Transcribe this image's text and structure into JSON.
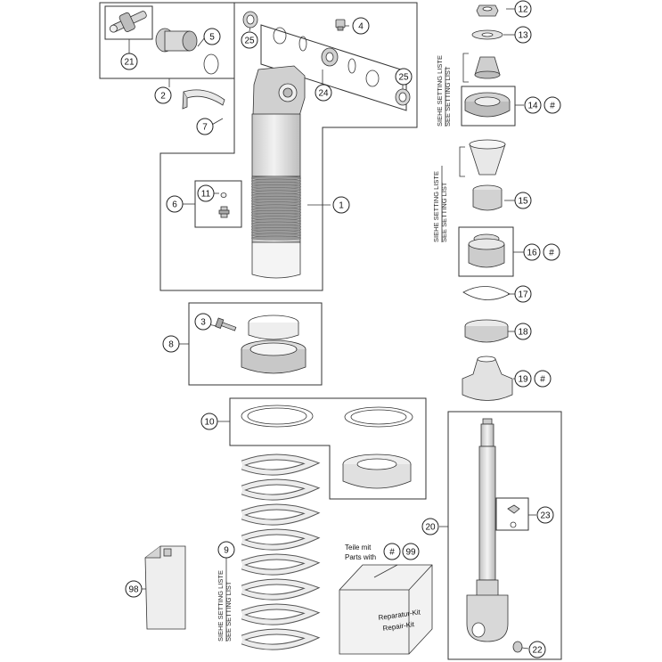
{
  "callouts": {
    "c1": "1",
    "c2": "2",
    "c3": "3",
    "c4": "4",
    "c5": "5",
    "c6": "6",
    "c7": "7",
    "c8": "8",
    "c9": "9",
    "c10": "10",
    "c11": "11",
    "c12": "12",
    "c13": "13",
    "c14": "14",
    "c15": "15",
    "c16": "16",
    "c17": "17",
    "c18": "18",
    "c19": "19",
    "c20": "20",
    "c21": "21",
    "c22": "22",
    "c23": "23",
    "c24": "24",
    "c25a": "25",
    "c25b": "25",
    "c98": "98",
    "c99": "99",
    "hash14": "#",
    "hash16": "#",
    "hash19": "#",
    "hash_legend": "#"
  },
  "setting_list_de": "SIEHE SETTING LISTE",
  "setting_list_en": "SEE SETTING LIST",
  "legend": {
    "line1": "Teile mit",
    "line2": "Parts with"
  },
  "kit_label": {
    "line1": "Reparatur-Kit",
    "line2": "Repair-Kit"
  },
  "colors": {
    "line": "#333333",
    "part_fill": "#dcdcdc",
    "part_shade": "#b8b8b8",
    "spring": "#e4e4e4"
  }
}
